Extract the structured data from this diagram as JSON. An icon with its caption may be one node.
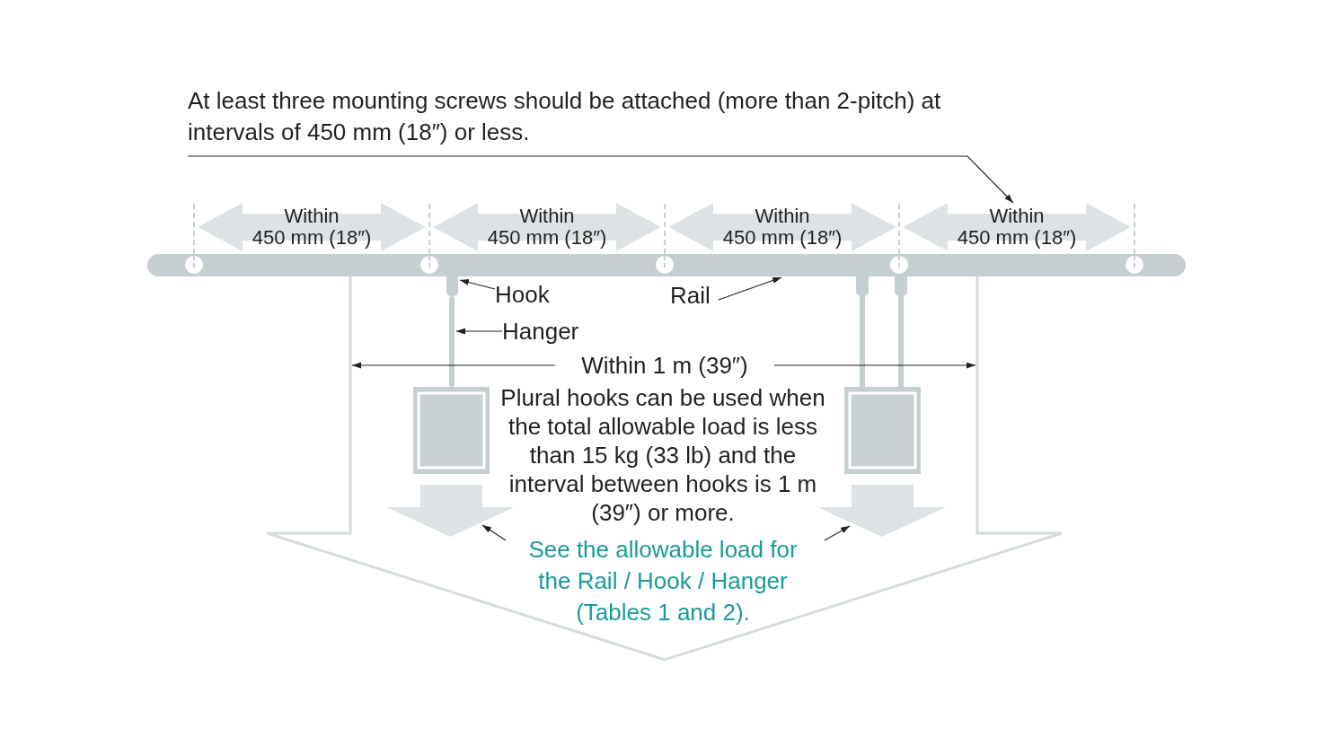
{
  "diagram": {
    "nodes": [
      {
        "text": [
          "At least three mounting screws should be attached (more than 2-pitch) at intervals of 450 mm (18″) or less."
        ]
      },
      {
        "text": [
          "Within 450 mm (18″)"
        ]
      },
      {
        "text": [
          "Within 450 mm (18″)"
        ]
      },
      {
        "text": [
          "Within 450 mm (18″)"
        ]
      },
      {
        "text": [
          "Within 450 mm (18″)"
        ]
      },
      {
        "text": [
          "Hook"
        ]
      },
      {
        "text": [],
        "shape": "box"
      },
      {
        "text": [
          "Hanger"
        ]
      },
      {
        "text": [],
        "shape": "bar"
      },
      {
        "text": [
          "Rail"
        ]
      },
      {
        "text": [],
        "shape": "bar"
      },
      {
        "text": [
          "See the allowable load for the Rail / Hook / Hanger (Tables 1 and 2)."
        ]
      },
      {
        "text": [],
        "shape": "arrow"
      },
      {
        "text": [],
        "shape": "arrow"
      }
    ],
    "edges": [
      {
        "from": 0,
        "to": 4,
        "arrow": "to"
      },
      {
        "from": 5,
        "to": 6,
        "arrow": "to"
      },
      {
        "from": 7,
        "to": 10,
        "arrow": "to"
      },
      {
        "from": 9,
        "to": 8,
        "arrow": "to"
      },
      {
        "from": 11,
        "to": 12,
        "arrow": "to"
      },
      {
        "from": 11,
        "to": 13,
        "arrow": "to"
      }
    ],
    "labels": [
      "Within 1 m (39″)",
      "Plural hooks can be used when the total allowable load is less than 15 kg (33 lb) and the interval between hooks is 1 m (39″) or more."
    ]
  }
}
